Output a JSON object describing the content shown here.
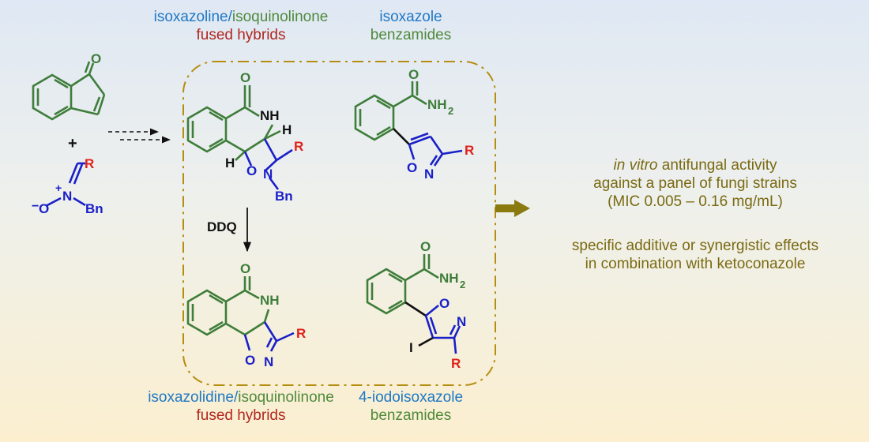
{
  "labels": {
    "top_left": {
      "part1": "isoxazoline",
      "sep": "/",
      "part2": "isoquinolinone",
      "line2": "fused hybrids"
    },
    "top_right": {
      "line1": "isoxazole",
      "line2": "benzamides"
    },
    "bottom_left": {
      "part1": "isoxazolidine",
      "sep": "/",
      "part2": "isoquinolinone",
      "line2": "fused hybrids"
    },
    "bottom_right": {
      "line1": "4-iodoisoxazole",
      "line2": "benzamides"
    }
  },
  "reaction": {
    "plus": "+",
    "reagent": "DDQ"
  },
  "atoms": {
    "O": "O",
    "NH": "NH",
    "H": "H",
    "R": "R",
    "N": "N",
    "Bn": "Bn",
    "NH2": "NH",
    "sub2": "2",
    "I": "I",
    "plus": "+",
    "minus": "−"
  },
  "summary": {
    "line1_italic": "in vitro",
    "line1_rest": " antifungal activity",
    "line2": "against a panel of fungi strains",
    "line3": "(MIC 0.005 – 0.16 mg/mL)",
    "line4": "specific additive or synergistic effects",
    "line5": "in combination with ketoconazole"
  },
  "colors": {
    "green": "#3e7d3a",
    "blue": "#1a20c8",
    "red": "#e0211b",
    "black": "#111111",
    "dash_box": "#b58e10",
    "arrow": "#8a7a10"
  }
}
